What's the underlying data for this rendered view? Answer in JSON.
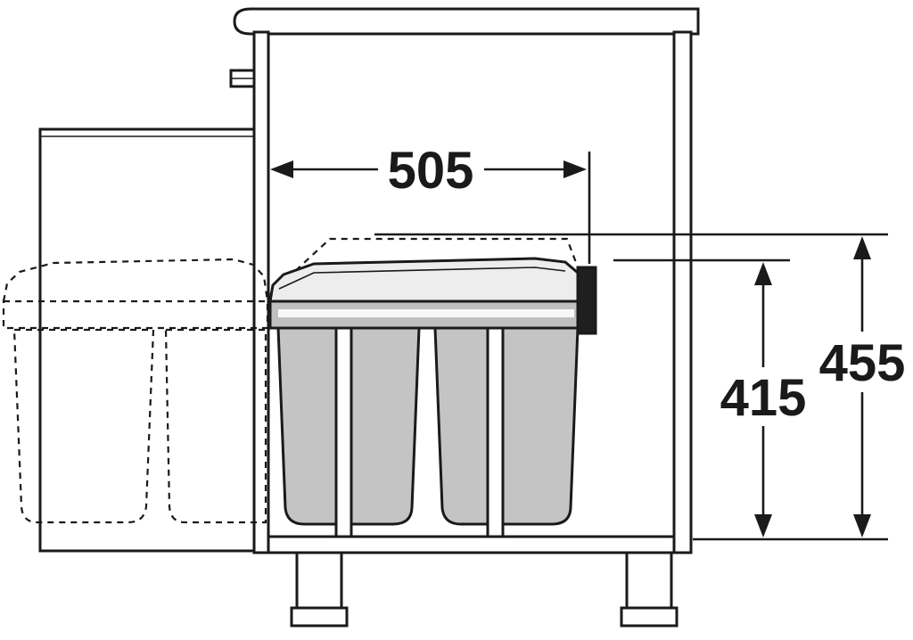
{
  "diagram": {
    "dimension_labels": {
      "width": "505",
      "bin_height": "415",
      "overall_height": "455"
    },
    "colors": {
      "outline": "#1a1a1a",
      "background": "#ffffff",
      "bin_fill": "#c4c4c4",
      "lid_fill": "#ededed",
      "frame_fill": "#bfbfbf",
      "frame_highlight": "#f7f7f7",
      "bracket_fill": "#1f1f1f"
    }
  }
}
